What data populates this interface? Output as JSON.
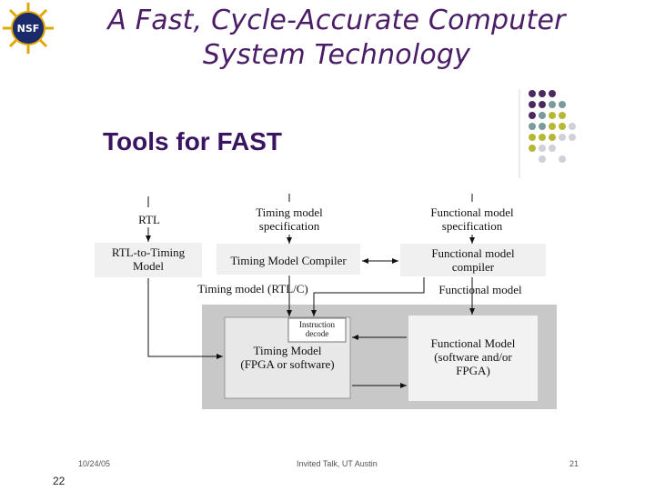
{
  "slide": {
    "title_line1": "A Fast, Cycle-Accurate Computer",
    "title_line2": "System Technology",
    "logo_text": "NSF",
    "subtitle": "Tools for FAST",
    "page_number": "22"
  },
  "diagram": {
    "rtl": "RTL",
    "rtl_to_timing_1": "RTL-to-Timing",
    "rtl_to_timing_2": "Model",
    "timing_spec_1": "Timing model",
    "timing_spec_2": "specification",
    "functional_spec_1": "Functional model",
    "functional_spec_2": "specification",
    "timing_compiler": "Timing Model Compiler",
    "functional_compiler_1": "Functional model",
    "functional_compiler_2": "compiler",
    "timing_model_rtlc": "Timing model (RTL/C)",
    "functional_model": "Functional model",
    "instruction_decode_1": "Instruction",
    "instruction_decode_2": "decode",
    "timing_model_box_1": "Timing Model",
    "timing_model_box_2": "(FPGA or software)",
    "functional_model_box_1": "Functional Model",
    "functional_model_box_2": "(software and/or",
    "functional_model_box_3": "FPGA)"
  },
  "footer": {
    "left": "10/24/05",
    "center": "Invited Talk, UT Austin",
    "right": "21"
  },
  "colors": {
    "title": "#4a1d66",
    "subtitle": "#3a1460",
    "outer_box": "#c8c8c8",
    "inner_box": "#e8e8e8",
    "dot_purple": "#4a2a60",
    "dot_teal": "#7a9a9c",
    "dot_olive": "#b8b838",
    "dot_grey": "#d0d0d8"
  }
}
